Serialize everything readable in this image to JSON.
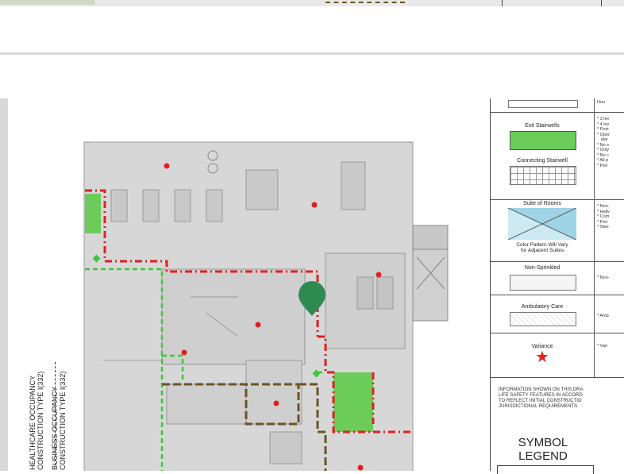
{
  "legend": {
    "exit_stairwells": "Exit Stairwells",
    "connecting_stairwell": "Connecting Stairwell",
    "suite_of_rooms": "Suite of Rooms",
    "suite_note": "Color Pattern Will Vary\nfor Adjacent Suites",
    "non_sprinkled": "Non-Sprinkled",
    "ambulatory_care": "Ambulatory Care",
    "variance": "Variance",
    "notes_stairs": "* 3 lev\n* 4 lev\n* Post\n* Oper\n   alar\n* No s\n* Only\n* No c\n* All p\n* Peri",
    "notes_suite": "* Non-\n* Hallv\n* Com\n* Peri\n* Slee",
    "notes_nonspr": "* Non-",
    "notes_amb": "* Amb",
    "notes_var": "* Vari",
    "top_partial": "Hou",
    "info": "INFORMATION SHOWN ON THIS DRA\nLIFE SAFETY FEATURES IN ACCORD\nTO REFLECT INITIAL CONSTRUCTIO\nJURISDICTIONAL REQUIREMENTS.",
    "symbol_title": "SYMBOL\nLEGEND"
  },
  "occupancy": {
    "healthcare_1": "HEALTHCARE OCCUPANCY",
    "healthcare_2": "CONSTRUCTION TYPE I(332)",
    "business_1": "BUSINESS OCCUPANCY",
    "business_2": "CONSTRUCTION TYPE I(332)"
  },
  "colors": {
    "exit_green": "#6ccc5a",
    "red_line": "#e02020",
    "green_line": "#3ec63e",
    "brown_line": "#6b5423",
    "pin": "#2f8a52",
    "floor": "#d7d7d7",
    "legend_blue": "#9fd3e6"
  },
  "icons": {
    "map_pin": "map-pin-icon",
    "variance_star": "star-icon"
  }
}
